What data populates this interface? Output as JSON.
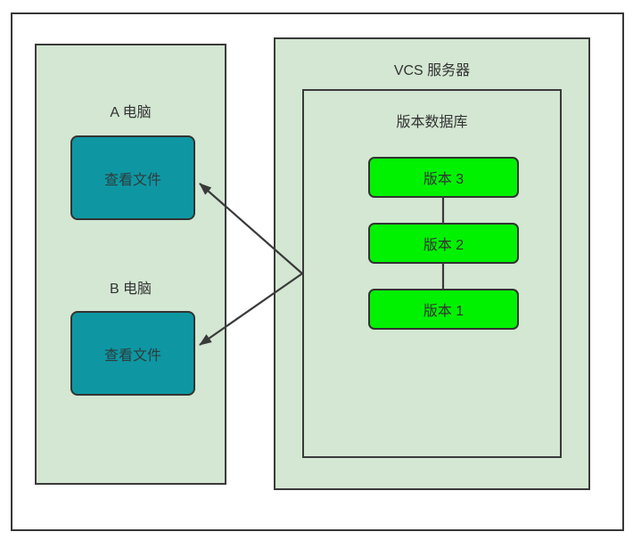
{
  "diagram": {
    "type": "centralized-vcs-diagram",
    "left_panel": {
      "computers": [
        {
          "label": "A 电脑",
          "action": "查看文件"
        },
        {
          "label": "B 电脑",
          "action": "查看文件"
        }
      ]
    },
    "server": {
      "title": "VCS 服务器",
      "database": {
        "title": "版本数据库",
        "versions": [
          {
            "label": "版本 3"
          },
          {
            "label": "版本 2"
          },
          {
            "label": "版本 1"
          }
        ]
      }
    },
    "connections": [
      {
        "from": "版本数据库",
        "to": "A 电脑 查看文件",
        "arrow": "to-computer"
      },
      {
        "from": "版本数据库",
        "to": "B 电脑 查看文件",
        "arrow": "to-computer"
      },
      {
        "from": "版本 3",
        "to": "版本 2",
        "arrow": "none"
      },
      {
        "from": "版本 2",
        "to": "版本 1",
        "arrow": "none"
      }
    ],
    "colors": {
      "panel_fill": "#d3e7d2",
      "version_fill": "#00f200",
      "action_fill": "#0e97a3",
      "stroke": "#3a3a3a",
      "text": "#333333",
      "background": "#ffffff"
    }
  }
}
